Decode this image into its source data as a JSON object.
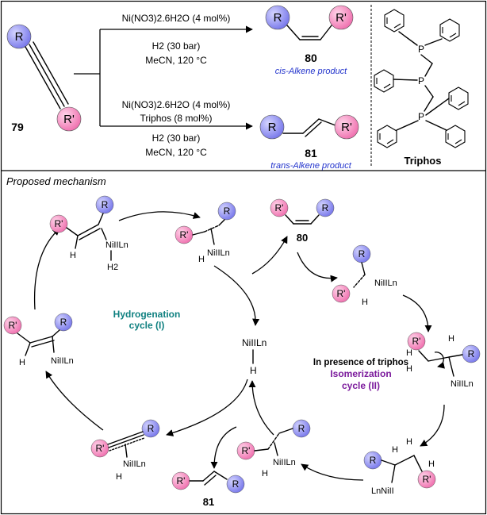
{
  "top": {
    "compound_79": "79",
    "compound_80": "80",
    "compound_81": "81",
    "sub_R": "R",
    "sub_Rp": "R'",
    "rxn1": {
      "line1": "Ni(NO3)2.6H2O (4 mol%)",
      "line2": "H2 (30 bar)",
      "line3": "MeCN, 120 °C"
    },
    "rxn2": {
      "line1": "Ni(NO3)2.6H2O (4 mol%)",
      "line2": "Triphos (8 mol%)",
      "line3": "H2 (30 bar)",
      "line4": "MeCN, 120 °C"
    },
    "cis_label": "cis-Alkene product",
    "trans_label": "trans-Alkene product",
    "ligand_name": "Triphos",
    "P": "P"
  },
  "mechanism": {
    "title": "Proposed mechanism",
    "hydrogenation_label": {
      "line1": "Hydrogenation",
      "line2": "cycle (I)"
    },
    "isomerization_label": {
      "line0": "In presence of triphos",
      "line1": "Isomerization",
      "line2": "cycle (II)"
    },
    "nickel_hydride": "NiIILn",
    "H": "H",
    "H2": "H2",
    "LnNiII": "LnNiII",
    "NiIILn": "NiIILn"
  },
  "colors": {
    "R_fill": "#8f8ff2",
    "Rp_fill": "#f58fc2",
    "blue_text": "#2233cc",
    "teal_text": "#0f8080",
    "purple_text": "#7b1a9c"
  }
}
